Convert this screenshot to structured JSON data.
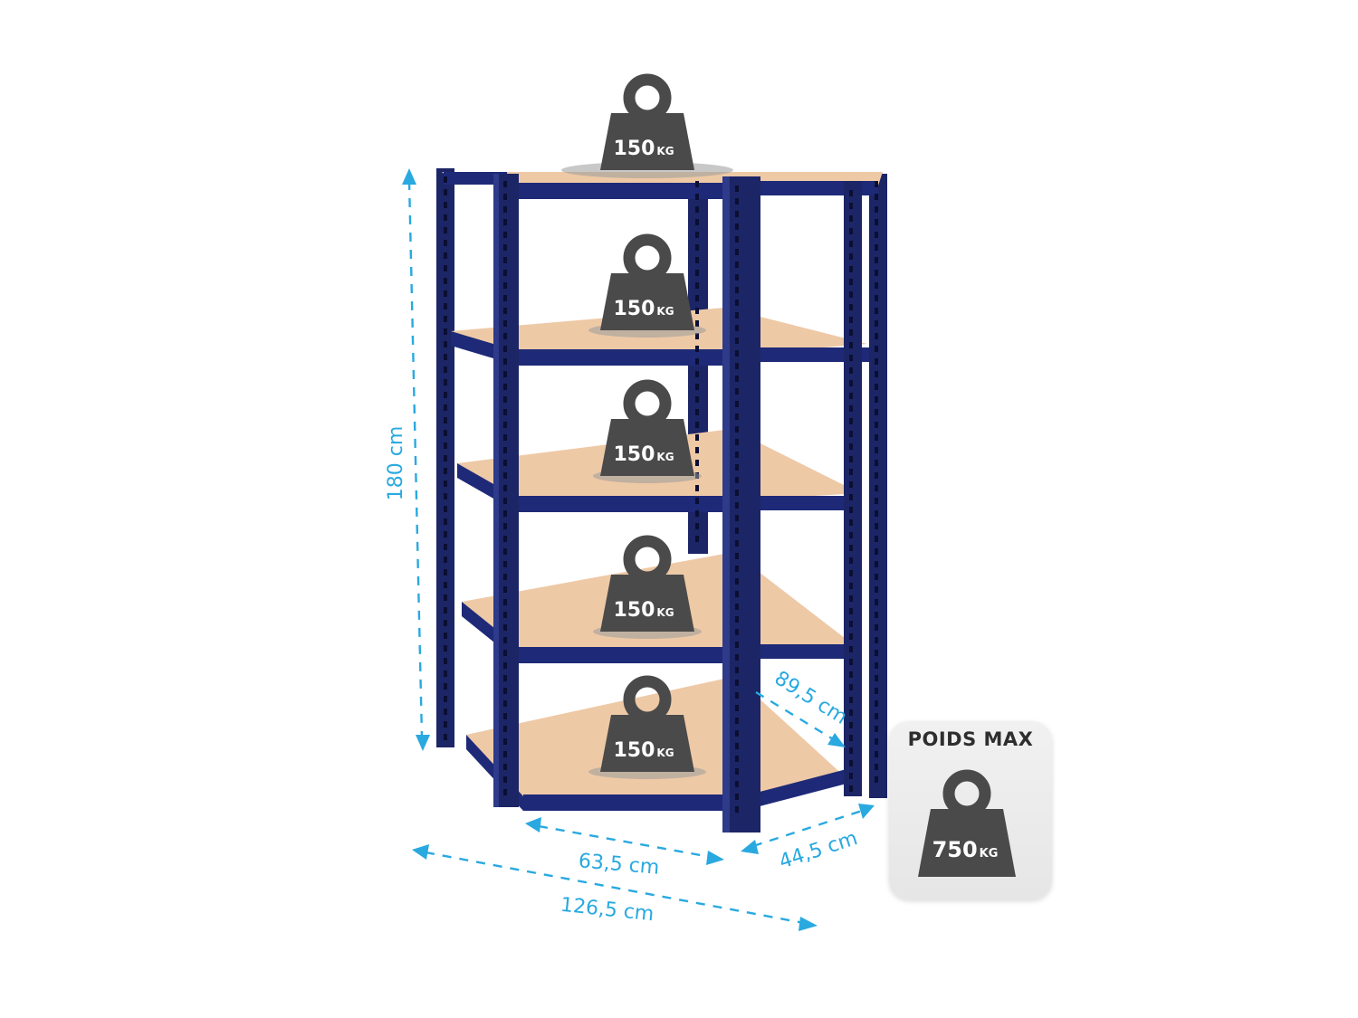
{
  "dimensions": {
    "height": "180 cm",
    "front_width": "63,5 cm",
    "side_width": "44,5 cm",
    "total_width": "126,5 cm",
    "depth": "89,5 cm"
  },
  "shelf_loads": [
    {
      "value": "150",
      "unit": "KG"
    },
    {
      "value": "150",
      "unit": "KG"
    },
    {
      "value": "150",
      "unit": "KG"
    },
    {
      "value": "150",
      "unit": "KG"
    },
    {
      "value": "150",
      "unit": "KG"
    }
  ],
  "max_load": {
    "title": "POIDS MAX",
    "value": "750",
    "unit": "KG"
  },
  "colors": {
    "frame": "#1c2566",
    "board": "#eec9a6",
    "dimension": "#29a9e0",
    "weight_icon": "#4a4a4a"
  }
}
